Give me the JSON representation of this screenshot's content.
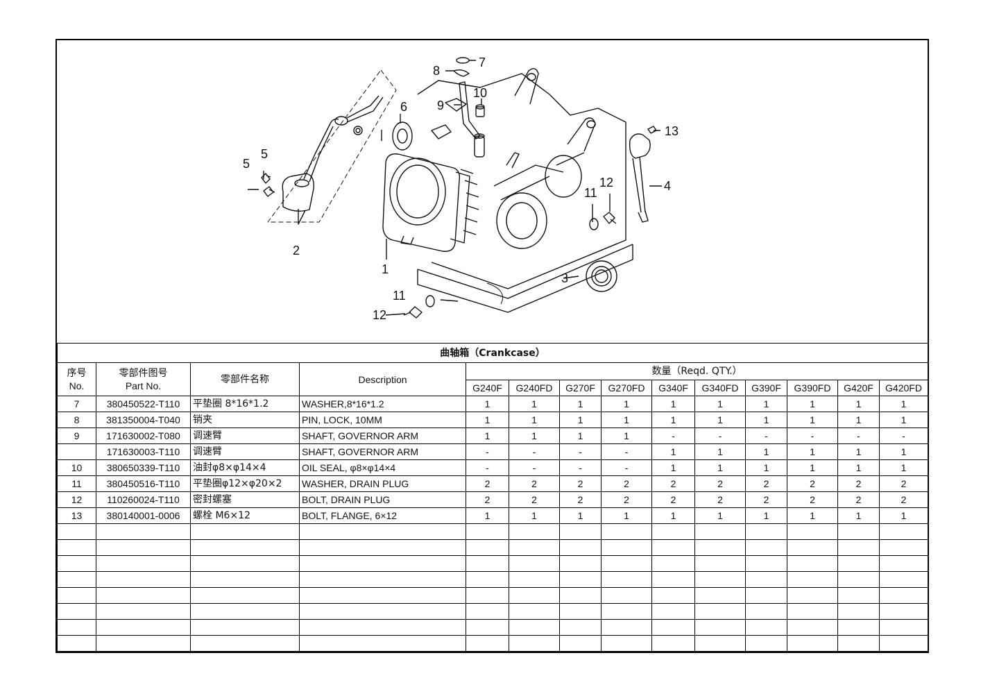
{
  "diagram": {
    "callouts": [
      "1",
      "2",
      "3",
      "4",
      "5",
      "5",
      "6",
      "7",
      "8",
      "9",
      "10",
      "11",
      "11",
      "12",
      "12",
      "13"
    ]
  },
  "table": {
    "title": "曲轴箱（Crankcase）",
    "headers": {
      "seq_cn": "序号",
      "seq_en": "No.",
      "partno_cn": "零部件图号",
      "partno_en": "Part No.",
      "name_cn": "零部件名称",
      "description": "Description",
      "qty": "数量（Reqd. QTY.）"
    },
    "models": [
      "G240F",
      "G240FD",
      "G270F",
      "G270FD",
      "G340F",
      "G340FD",
      "G390F",
      "G390FD",
      "G420F",
      "G420FD"
    ],
    "rows": [
      {
        "no": "7",
        "part": "380450522-T110",
        "name_cn": "平垫圈 8*16*1.2",
        "desc": "WASHER,8*16*1.2",
        "qty": [
          "1",
          "1",
          "1",
          "1",
          "1",
          "1",
          "1",
          "1",
          "1",
          "1"
        ]
      },
      {
        "no": "8",
        "part": "381350004-T040",
        "name_cn": "销夹",
        "desc": "PIN, LOCK, 10MM",
        "qty": [
          "1",
          "1",
          "1",
          "1",
          "1",
          "1",
          "1",
          "1",
          "1",
          "1"
        ]
      },
      {
        "no": "9",
        "part": "171630002-T080",
        "name_cn": "调速臂",
        "desc": "SHAFT, GOVERNOR ARM",
        "qty": [
          "1",
          "1",
          "1",
          "1",
          "-",
          "-",
          "-",
          "-",
          "-",
          "-"
        ]
      },
      {
        "no": "",
        "part": "171630003-T110",
        "name_cn": "调速臂",
        "desc": "SHAFT, GOVERNOR ARM",
        "qty": [
          "-",
          "-",
          "-",
          "-",
          "1",
          "1",
          "1",
          "1",
          "1",
          "1"
        ]
      },
      {
        "no": "10",
        "part": "380650339-T110",
        "name_cn": "油封φ8×φ14×4",
        "desc": "OIL SEAL, φ8×φ14×4",
        "qty": [
          "-",
          "-",
          "-",
          "-",
          "1",
          "1",
          "1",
          "1",
          "1",
          "1"
        ]
      },
      {
        "no": "11",
        "part": "380450516-T110",
        "name_cn": "平垫圈φ12×φ20×2",
        "desc": "WASHER, DRAIN PLUG",
        "qty": [
          "2",
          "2",
          "2",
          "2",
          "2",
          "2",
          "2",
          "2",
          "2",
          "2"
        ]
      },
      {
        "no": "12",
        "part": "110260024-T110",
        "name_cn": "密封螺塞",
        "desc": "BOLT, DRAIN PLUG",
        "qty": [
          "2",
          "2",
          "2",
          "2",
          "2",
          "2",
          "2",
          "2",
          "2",
          "2"
        ]
      },
      {
        "no": "13",
        "part": "380140001-0006",
        "name_cn": "螺栓 M6×12",
        "desc": "BOLT, FLANGE, 6×12",
        "qty": [
          "1",
          "1",
          "1",
          "1",
          "1",
          "1",
          "1",
          "1",
          "1",
          "1"
        ]
      }
    ],
    "empty_rows": 8
  }
}
